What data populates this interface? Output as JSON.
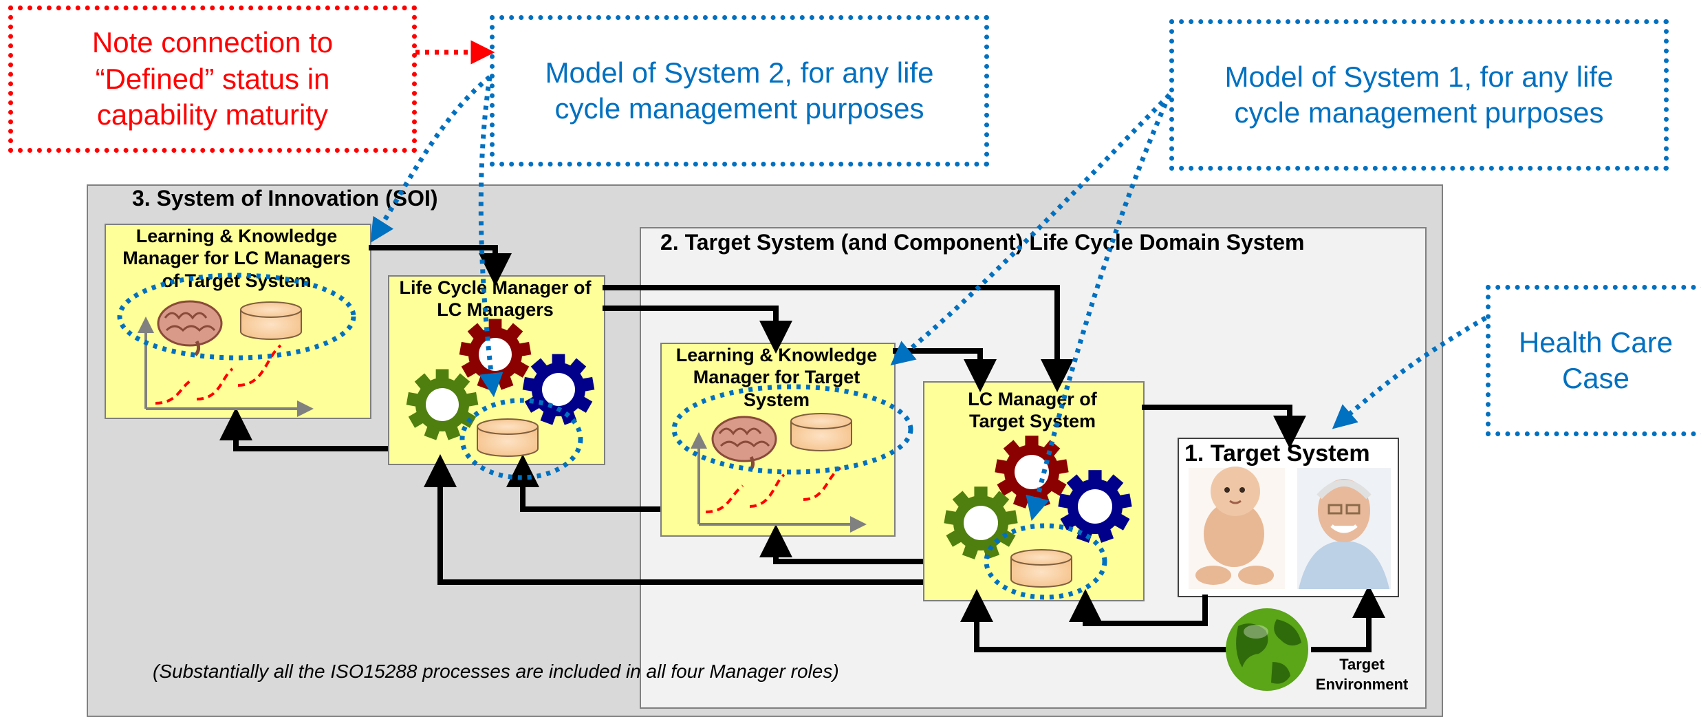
{
  "callouts": {
    "note": "Note connection to\n“Defined” status in\ncapability maturity",
    "model2": "Model of System 2,   for any life\ncycle management purposes",
    "model1": "Model of System 1,   for any life\ncycle management purposes",
    "health": "Health Care\nCase"
  },
  "regions": {
    "soi_title": "3.  System of Innovation (SOI)",
    "lc_domain_title": "2.  Target System (and Component)  Life Cycle Domain System"
  },
  "boxes": {
    "lk_lc_managers": "Learning & Knowledge\nManager for LC Managers\nof Target System",
    "lcm_of_lc_managers": "Life Cycle Manager of\nLC Managers",
    "lk_target": "Learning & Knowledge\nManager for Target\nSystem",
    "lc_manager_target": "LC Manager of\nTarget System",
    "target_system": "1. Target System"
  },
  "target_environment": "Target\nEnvironment",
  "footnote": "(Substantially all the ISO15288 processes are included in all four Manager roles)",
  "colors": {
    "red_callout": "#ff0000",
    "blue_callout": "#0070c0",
    "box_fill": "#ffff99",
    "soi_fill": "#d9d9d9",
    "lc_domain_fill": "#f2f2f2",
    "gear_red": "#8b0000",
    "gear_blue": "#00008b",
    "gear_green": "#4f7f0f"
  },
  "icons": [
    "brain-icon",
    "database-icon",
    "gear-icon",
    "learning-curve-icon",
    "globe-icon",
    "baby-photo",
    "elderly-man-photo"
  ]
}
